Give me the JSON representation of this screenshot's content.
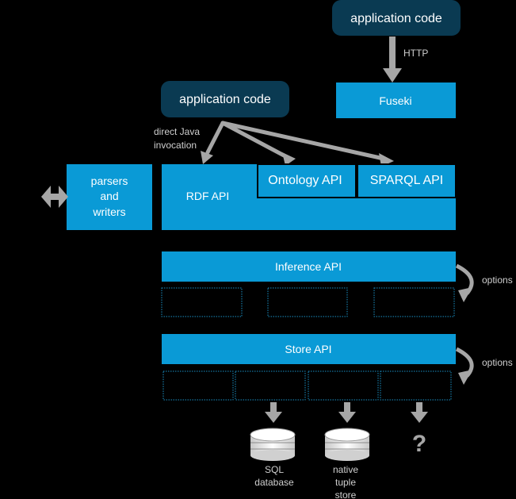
{
  "top_app": {
    "label": "application code"
  },
  "http_label": "HTTP",
  "fuseki": {
    "label": "Fuseki"
  },
  "java_app": {
    "label": "application code"
  },
  "direct_java": {
    "line1": "direct Java",
    "line2": "invocation"
  },
  "parsers": {
    "line1": "parsers",
    "line2": "and",
    "line3": "writers"
  },
  "rdf_api": {
    "label": "RDF API"
  },
  "ontology_api": {
    "label": "Ontology API"
  },
  "sparql_api": {
    "label": "SPARQL API"
  },
  "inference_api": {
    "label": "Inference API"
  },
  "store_api": {
    "label": "Store API"
  },
  "options_label": "options",
  "sql_db": {
    "line1": "SQL",
    "line2": "database"
  },
  "native_store": {
    "line1": "native",
    "line2": "tuple",
    "line3": "store"
  },
  "unknown_store": {
    "label": "?"
  },
  "colors": {
    "background": "#000000",
    "api_blue": "#0a9ad6",
    "app_dark": "#0a3a52",
    "arrow_gray": "#a6a6a6",
    "dotted_blue": "#1a8fc4",
    "white": "#ffffff"
  }
}
